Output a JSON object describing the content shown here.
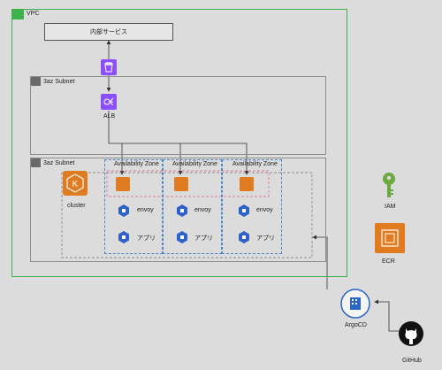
{
  "vpc": {
    "label": "VPC"
  },
  "internal_service": {
    "label": "内部サービス"
  },
  "s3": {
    "label": ""
  },
  "subnet_top": {
    "label": "3az Subnet"
  },
  "alb": {
    "label": "ALB"
  },
  "subnet_bottom": {
    "label": "3az Subnet"
  },
  "cluster": {
    "label": "cluster"
  },
  "zones": [
    {
      "label": "Availability Zone",
      "envoy": "envoy",
      "app": "アプリ"
    },
    {
      "label": "Availability Zone",
      "envoy": "envoy",
      "app": "アプリ"
    },
    {
      "label": "Availability Zone",
      "envoy": "envoy",
      "app": "アプリ"
    }
  ],
  "iam": {
    "label": "IAM"
  },
  "ecr": {
    "label": "ECR"
  },
  "argocd": {
    "label": "ArgoCD"
  },
  "github": {
    "label": "GitHub"
  },
  "colors": {
    "vpc": "#3cb34a",
    "orange": "#e07b1f",
    "purple": "#8c4fff",
    "az": "#4d86c8",
    "pink": "#e05b7a",
    "k8s": "#2f62c9",
    "argocd": "#2b65c5",
    "iam": "#6ea840"
  }
}
